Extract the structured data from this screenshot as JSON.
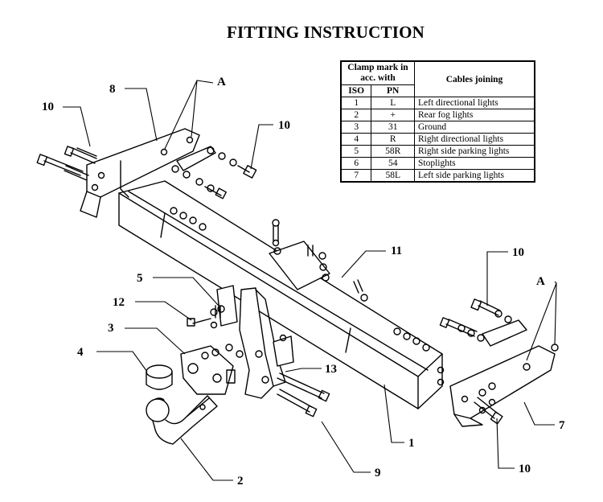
{
  "title": "FITTING INSTRUCTION",
  "table": {
    "header_mark": "Clamp mark in acc. with",
    "header_iso": "ISO",
    "header_pn": "PN",
    "header_cables": "Cables joining",
    "rows": [
      {
        "iso": "1",
        "pn": "L",
        "desc": "Left directional lights"
      },
      {
        "iso": "2",
        "pn": "+",
        "desc": "Rear fog lights"
      },
      {
        "iso": "3",
        "pn": "31",
        "desc": "Ground"
      },
      {
        "iso": "4",
        "pn": "R",
        "desc": "Right directional lights"
      },
      {
        "iso": "5",
        "pn": "58R",
        "desc": "Right side parking lights"
      },
      {
        "iso": "6",
        "pn": "54",
        "desc": "Stoplights"
      },
      {
        "iso": "7",
        "pn": "58L",
        "desc": "Left side parking lights"
      }
    ]
  },
  "callouts": {
    "c8": "8",
    "cA_left": "A",
    "c10_topleft": "10",
    "c10_top": "10",
    "c11": "11",
    "c10_right": "10",
    "cA_right": "A",
    "c5": "5",
    "c12": "12",
    "c3": "3",
    "c4": "4",
    "c13": "13",
    "c7": "7",
    "c1": "1",
    "c2": "2",
    "c9": "9",
    "c10_bottom": "10"
  }
}
